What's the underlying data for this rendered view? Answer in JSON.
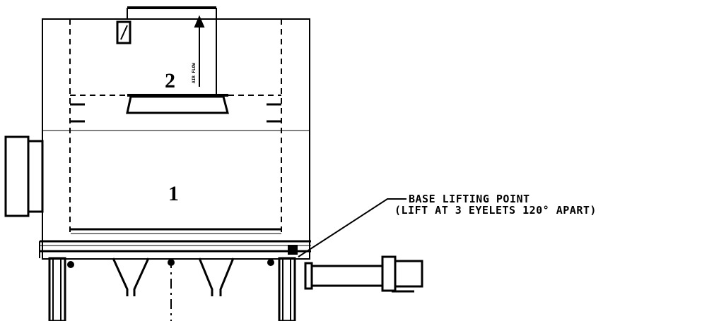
{
  "diagram": {
    "compartment_upper_label": "2",
    "compartment_lower_label": "1",
    "flow_label": "AIR FLOW",
    "callout": {
      "line1": "BASE LIFTING POINT",
      "line2": "(LIFT AT 3 EYELETS 120° APART)"
    }
  },
  "colors": {
    "ink": "#000000",
    "background": "#ffffff"
  }
}
